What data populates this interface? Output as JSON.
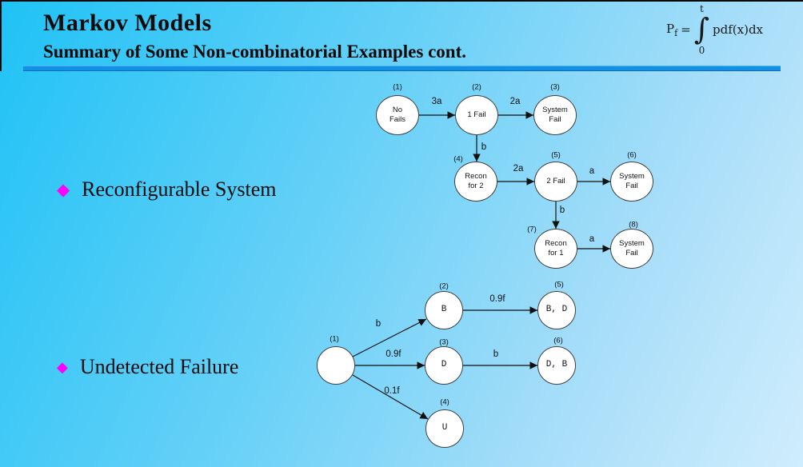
{
  "slide": {
    "title": "Markov Models",
    "subtitle": "Summary of Some Non-combinatorial Examples cont."
  },
  "formula": {
    "lhs": "P",
    "lhs_sub": "f",
    "equals": "=",
    "upper_limit": "t",
    "integral_sign": "∫",
    "lower_limit": "0",
    "integrand": "pdf(x)dx"
  },
  "bullets": [
    {
      "label": "Reconfigurable System"
    },
    {
      "label": "Undetected Failure"
    }
  ],
  "icons": {
    "bullet_diamond": "◆"
  },
  "colors": {
    "bullet_diamond": "#ff00ff",
    "rule_bar": "#1190e5",
    "background_top_left": "#1fc2f6",
    "background_bottom_right": "#cfedfd",
    "state_fill": "#ffffff",
    "text": "#0b0b0b"
  },
  "diagram1": {
    "name": "Reconfigurable System Markov chain",
    "states": [
      {
        "num": "(1)",
        "label": "No\nFails"
      },
      {
        "num": "(2)",
        "label": "1 Fail"
      },
      {
        "num": "(3)",
        "label": "System\nFail"
      },
      {
        "num": "(4)",
        "label": "Recon\nfor 2"
      },
      {
        "num": "(5)",
        "label": "2 Fail"
      },
      {
        "num": "(6)",
        "label": "System\nFail"
      },
      {
        "num": "(7)",
        "label": "Recon\nfor 1"
      },
      {
        "num": "(8)",
        "label": "System\nFail"
      }
    ],
    "transitions": [
      {
        "from": "(1)",
        "to": "(2)",
        "rate": "3a"
      },
      {
        "from": "(2)",
        "to": "(3)",
        "rate": "2a"
      },
      {
        "from": "(2)",
        "to": "(4)",
        "rate": "b"
      },
      {
        "from": "(4)",
        "to": "(5)",
        "rate": "2a"
      },
      {
        "from": "(5)",
        "to": "(6)",
        "rate": "a"
      },
      {
        "from": "(5)",
        "to": "(7)",
        "rate": "b"
      },
      {
        "from": "(7)",
        "to": "(8)",
        "rate": "a"
      }
    ]
  },
  "diagram2": {
    "name": "Undetected Failure Markov chain",
    "states": [
      {
        "num": "(1)",
        "label": ""
      },
      {
        "num": "(2)",
        "label": "B"
      },
      {
        "num": "(3)",
        "label": "D"
      },
      {
        "num": "(4)",
        "label": "U"
      },
      {
        "num": "(5)",
        "label": "B, D"
      },
      {
        "num": "(6)",
        "label": "D, B"
      }
    ],
    "transitions": [
      {
        "from": "(1)",
        "to": "(2)",
        "rate": "b"
      },
      {
        "from": "(2)",
        "to": "(5)",
        "rate": "0.9f"
      },
      {
        "from": "(1)",
        "to": "(3)",
        "rate": "0.9f"
      },
      {
        "from": "(3)",
        "to": "(6)",
        "rate": "b"
      },
      {
        "from": "(1)",
        "to": "(4)",
        "rate": "0.1f"
      }
    ]
  }
}
